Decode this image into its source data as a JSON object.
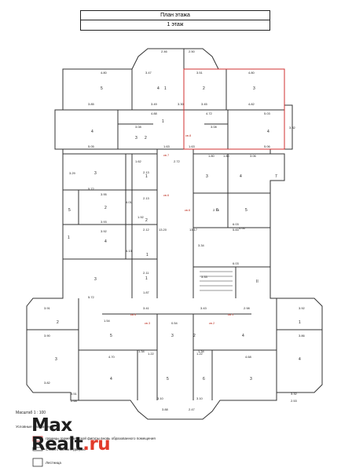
{
  "header": {
    "title": "План этажа",
    "floor": "1 этаж"
  },
  "dims": [
    "2.46",
    "2.50",
    "4.80",
    "3.47",
    "3.51",
    "4.80",
    "3.85",
    "3.49",
    "3.45",
    "4.82",
    "4.88",
    "4.72",
    "5.03",
    "3.08",
    "3.08",
    "5.05",
    "1.63",
    "1.63",
    "5.06",
    "2.72",
    "1.80",
    "1.80",
    "3.06",
    "1.62",
    "2.13",
    "5.72",
    "3.95",
    "2.13",
    "1.92",
    "3.93",
    "6.03",
    "4.06",
    "5.83",
    "2.12",
    "3.92",
    "2.11",
    "6.03",
    "5.72",
    "1.87",
    "3.41",
    "3.43",
    "3.91",
    "1.54",
    "0.54",
    "2.98",
    "3.92",
    "3.90",
    "3.86",
    "4.70",
    "4.68",
    "3.82",
    "3.51",
    "2.48",
    "3.10",
    "3.10",
    "3.32",
    "2.53",
    "3.88",
    "2.47",
    "1.22",
    "1.22",
    "1.34",
    "1.34",
    "13.20",
    "13.17",
    "3.30",
    "3.32",
    "3.29",
    "4.01",
    "4.13",
    "2.73",
    "3.34",
    "3.33"
  ],
  "rooms": [
    "5",
    "4",
    "1",
    "2",
    "3",
    "2",
    "1",
    "3",
    "4",
    "4",
    "3",
    "1",
    "2",
    "5",
    "4",
    "3",
    "1",
    "2",
    "1",
    "3",
    "4",
    "5",
    "6",
    "7",
    "II",
    "1",
    "2",
    "3",
    "4",
    "5",
    "6",
    "3",
    "4",
    "1",
    "2",
    "3",
    "4",
    "5"
  ],
  "flats": [
    "кв.7",
    "кв.8",
    "кв.6",
    "кв.6",
    "кв.4",
    "кв.3",
    "кв.2",
    "кв.1"
  ],
  "footer": {
    "scale_label": "Масштаб 1 : 100",
    "legend_title": "Условные обозначения:"
  },
  "legend": [
    "границы геометрической фигуры вновь образованного помещения",
    "Стена с окном и дверью",
    "Лестница"
  ],
  "watermark": {
    "part1": "Max",
    "part2": "Realt",
    "part3": ".ru"
  },
  "colors": {
    "line": "#333333",
    "red": "#d03030",
    "brand_red": "#e23b2b"
  }
}
